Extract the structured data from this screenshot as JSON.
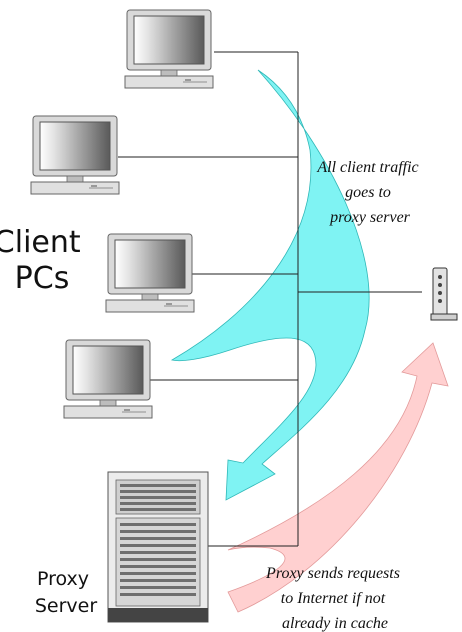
{
  "labels": {
    "client_pcs": [
      "Client",
      "PCs"
    ],
    "proxy_server": [
      "Proxy",
      "Server"
    ]
  },
  "annotations": {
    "client_traffic": [
      "All client traffic",
      "goes to",
      "proxy server"
    ],
    "proxy_requests": [
      "Proxy sends requests",
      "to Internet if not",
      "already in cache"
    ]
  },
  "colors": {
    "client_traffic_arrow": "#7ff3f3",
    "proxy_request_arrow": "#ffd0d0",
    "network_line": "#222222"
  }
}
